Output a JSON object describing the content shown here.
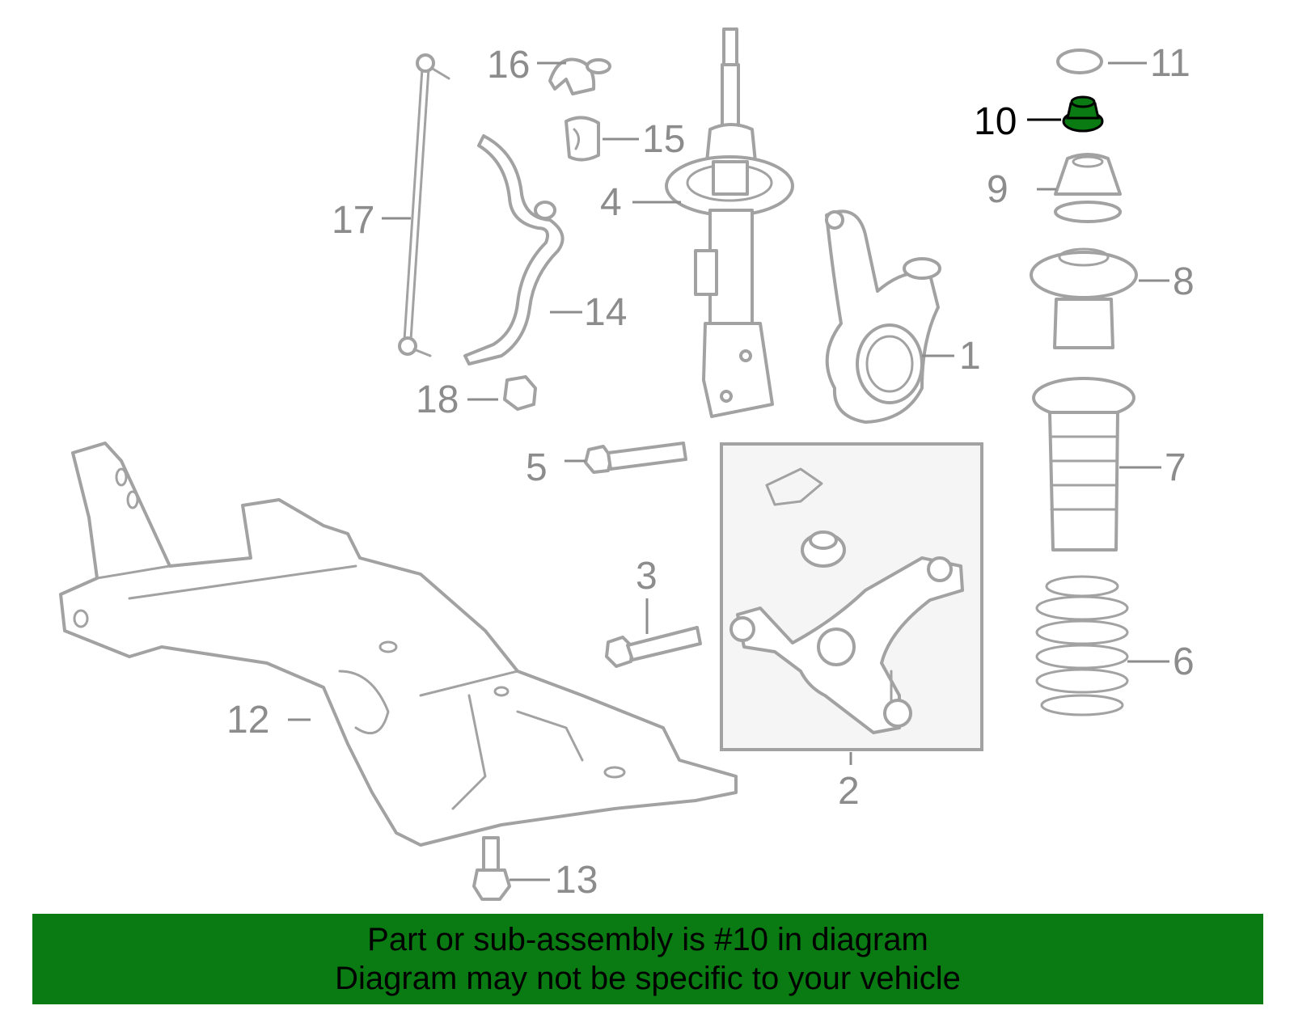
{
  "callouts": [
    {
      "id": "1",
      "label": "1"
    },
    {
      "id": "2",
      "label": "2"
    },
    {
      "id": "3",
      "label": "3"
    },
    {
      "id": "4",
      "label": "4"
    },
    {
      "id": "5",
      "label": "5"
    },
    {
      "id": "6",
      "label": "6"
    },
    {
      "id": "7",
      "label": "7"
    },
    {
      "id": "8",
      "label": "8"
    },
    {
      "id": "9",
      "label": "9"
    },
    {
      "id": "10",
      "label": "10"
    },
    {
      "id": "11",
      "label": "11"
    },
    {
      "id": "12",
      "label": "12"
    },
    {
      "id": "13",
      "label": "13"
    },
    {
      "id": "14",
      "label": "14"
    },
    {
      "id": "15",
      "label": "15"
    },
    {
      "id": "16",
      "label": "16"
    },
    {
      "id": "17",
      "label": "17"
    },
    {
      "id": "18",
      "label": "18"
    }
  ],
  "highlight": {
    "part": "10",
    "color": "#0a7a12"
  },
  "colors": {
    "part_outline": "#a2a2a2",
    "callout_text": "#8c8c8c",
    "banner_bg": "#0a7a12",
    "highlight_text": "#000000"
  },
  "banner": {
    "line1": "Part or sub-assembly is #10 in diagram",
    "line2": "Diagram may not be specific to your vehicle"
  }
}
